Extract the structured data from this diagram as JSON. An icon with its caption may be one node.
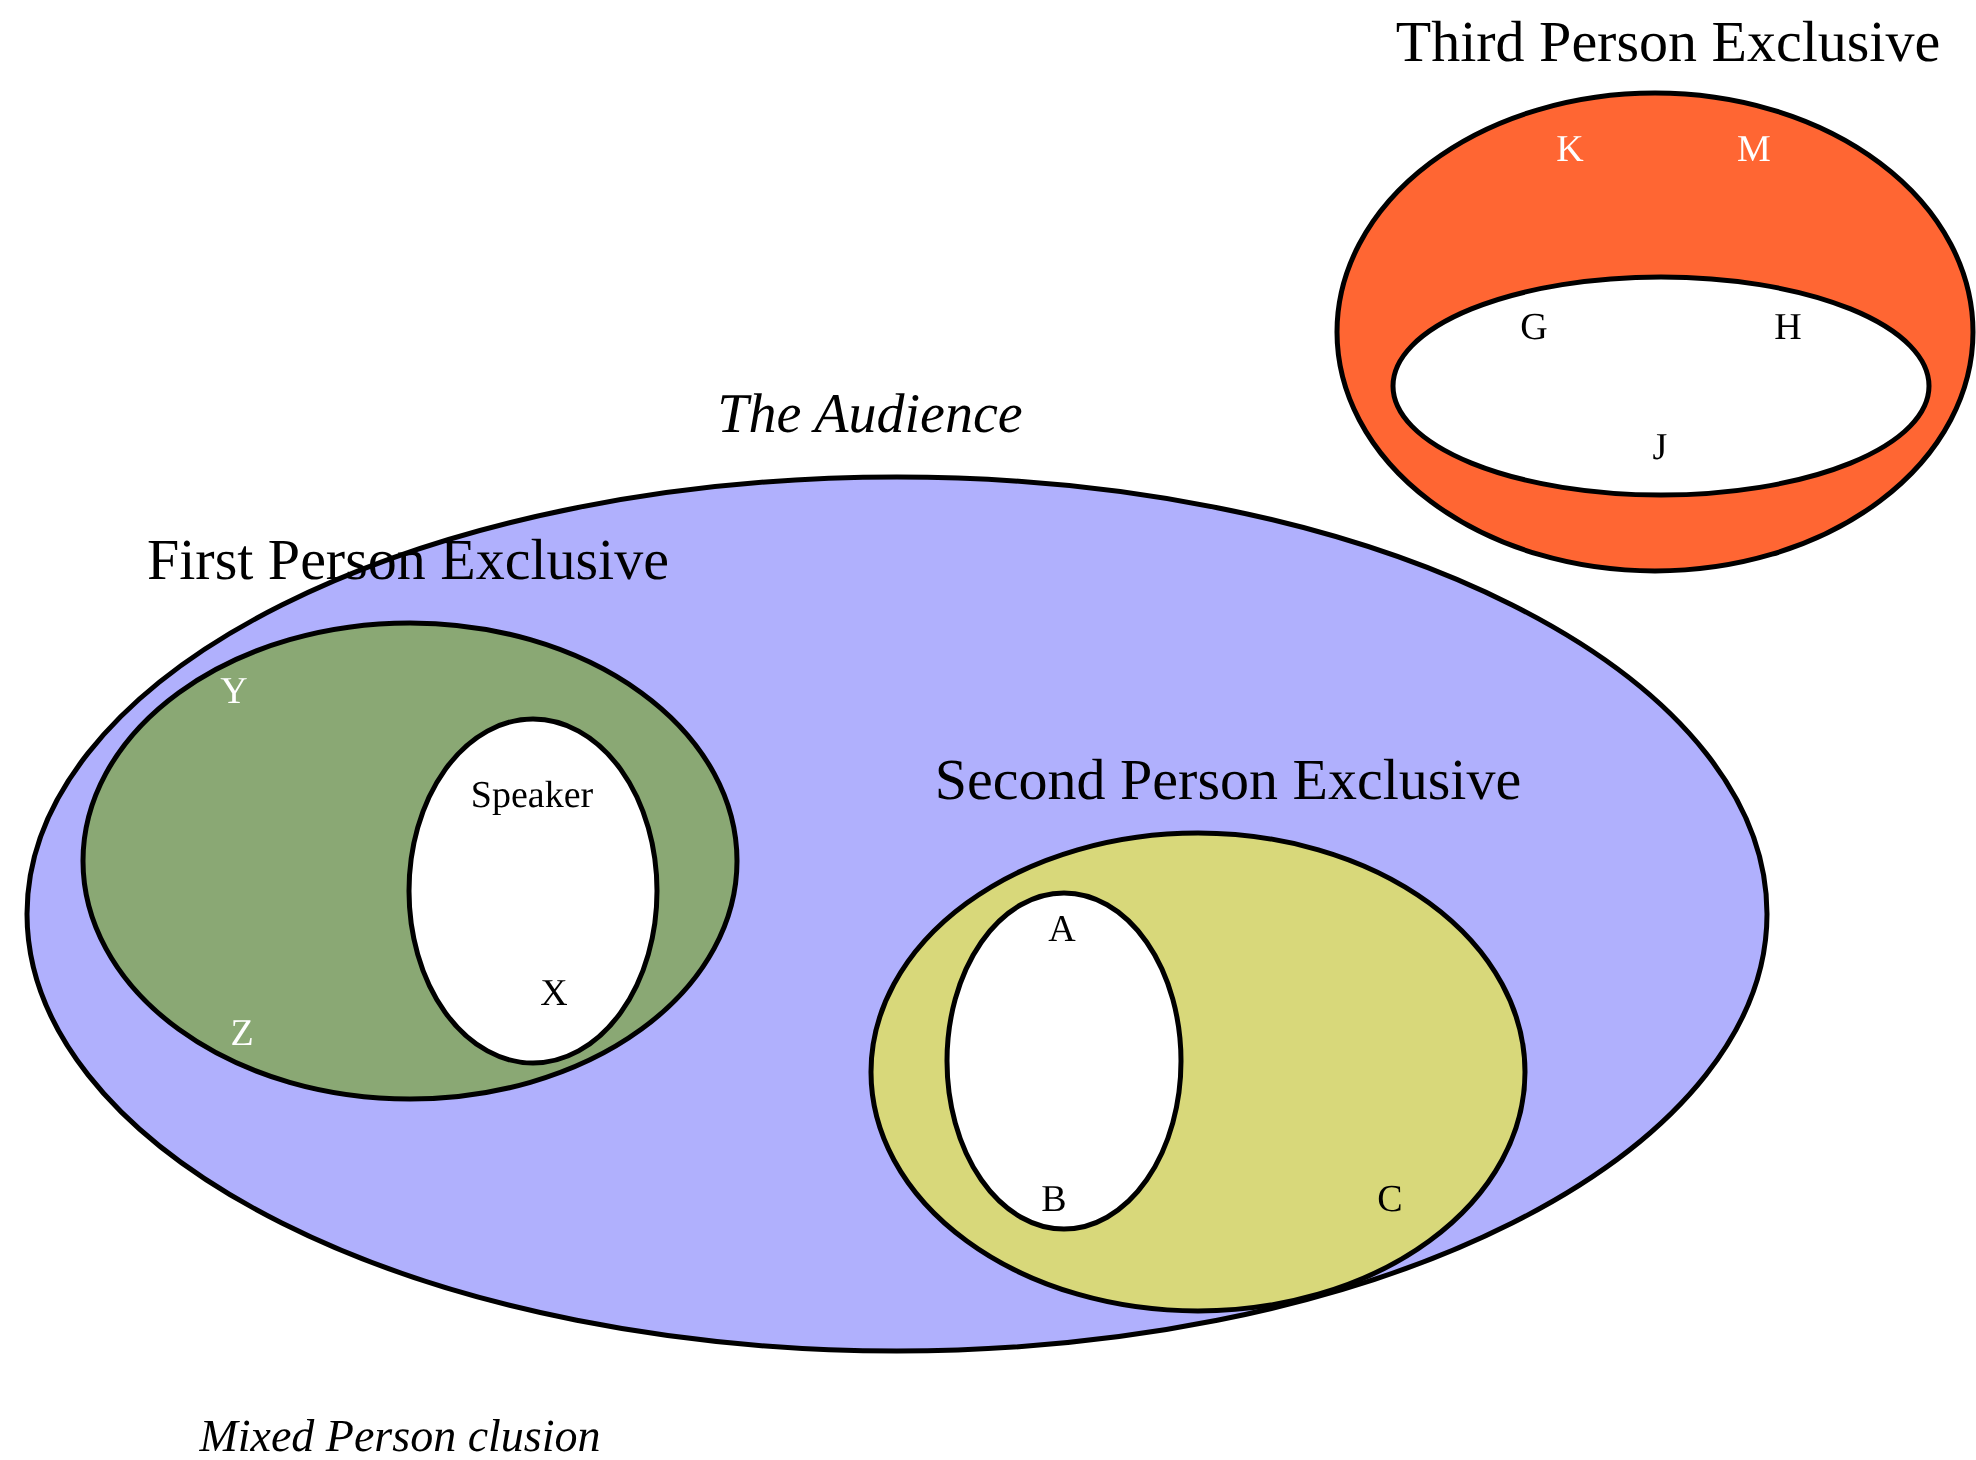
{
  "diagram": {
    "nodes": [
      {
        "text": [
          "The Audience"
        ]
      },
      {
        "text": [
          "First Person Exclusive",
          "Y",
          "Z"
        ],
        "in": 0
      },
      {
        "text": [
          "Speaker",
          "X"
        ],
        "in": 1
      },
      {
        "text": [
          "Second Person Exclusive",
          "C"
        ],
        "in": 0
      },
      {
        "text": [
          "A",
          "B"
        ],
        "in": 3
      },
      {
        "text": [
          "Third Person Exclusive",
          "K",
          "M"
        ]
      },
      {
        "text": [
          "G",
          "H",
          "J"
        ],
        "in": 5
      }
    ],
    "edges": [],
    "labels": [
      "Mixed Person clusion"
    ]
  }
}
